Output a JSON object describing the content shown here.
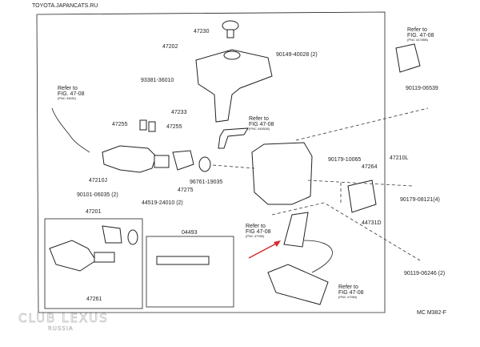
{
  "header": {
    "site": "TOYOTA.JAPANCATS.RU"
  },
  "diagram_code": "MC M382-F",
  "watermark": {
    "line1": "CLUB LEXUS",
    "line2": "RUSSIA"
  },
  "highlight_color": "#d42a2a",
  "parts": {
    "p47230": "47230",
    "p47202": "47202",
    "p90149": "90149-40028 (2)",
    "p93381": "93381-36010",
    "p47233": "47233",
    "p47255a": "47255",
    "p47255b": "47255",
    "p47210L": "47210L",
    "p90179_10065": "90179-10065",
    "p47264": "47264",
    "p47210J": "47210J",
    "p96761": "96761-19035",
    "p47275": "47275",
    "p90101": "90101-06035 (2)",
    "p44519": "44519-24010 (2)",
    "p47201": "47201",
    "p04493": "04493",
    "p47261": "47261",
    "p90119_06539": "90119-06539",
    "p90179_08121": "90179-08121(4)",
    "p44731D": "44731D",
    "p90119_06246": "90119-06246 (2)"
  },
  "refs": {
    "r1": {
      "line1": "Refer to",
      "line2": "FIG. 47-08",
      "line3": "(PNC 44651)"
    },
    "r2": {
      "line1": "Refer to",
      "line2": "FIG 47-08",
      "line3": "(PNC 44551B)"
    },
    "r3": {
      "line1": "Refer to",
      "line2": "FIG. 47-08",
      "line3": "(PNC 44785B)"
    },
    "r4": {
      "line1": "Refer to",
      "line2": "FIG 47-08",
      "line3": "(PNC 47950)"
    },
    "r5": {
      "line1": "Refer to",
      "line2": "FIG 47-08",
      "line3": "(PNC 47960)"
    }
  }
}
